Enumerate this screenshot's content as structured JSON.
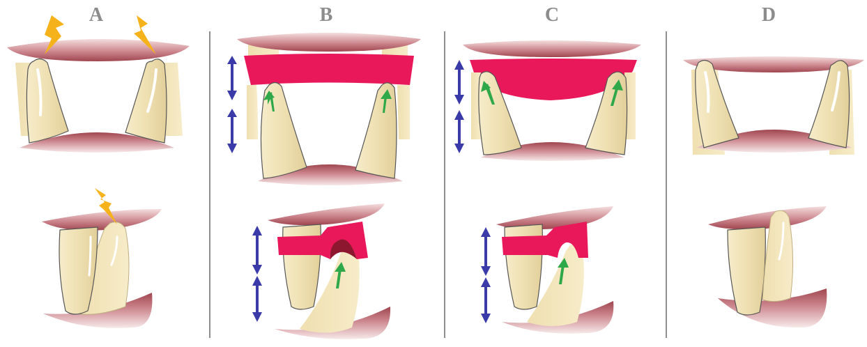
{
  "panels": [
    {
      "id": "A",
      "label": "A"
    },
    {
      "id": "B",
      "label": "B"
    },
    {
      "id": "C",
      "label": "C"
    },
    {
      "id": "D",
      "label": "D"
    }
  ],
  "colors": {
    "label": "#8c8c8c",
    "tooth": "#f3e6bf",
    "tooth_shadow": "#e6d3a0",
    "gum": "#b25a62",
    "splint": "#e8185a",
    "splint_dark": "#8e1730",
    "force_arrow": "#3a3aa8",
    "movement_arrow": "#2fa84a",
    "lightning": "#f6b21a",
    "divider": "#8e8e8e"
  },
  "icons": [
    "lightning-icon",
    "double-arrow-icon",
    "green-arrow-icon"
  ]
}
